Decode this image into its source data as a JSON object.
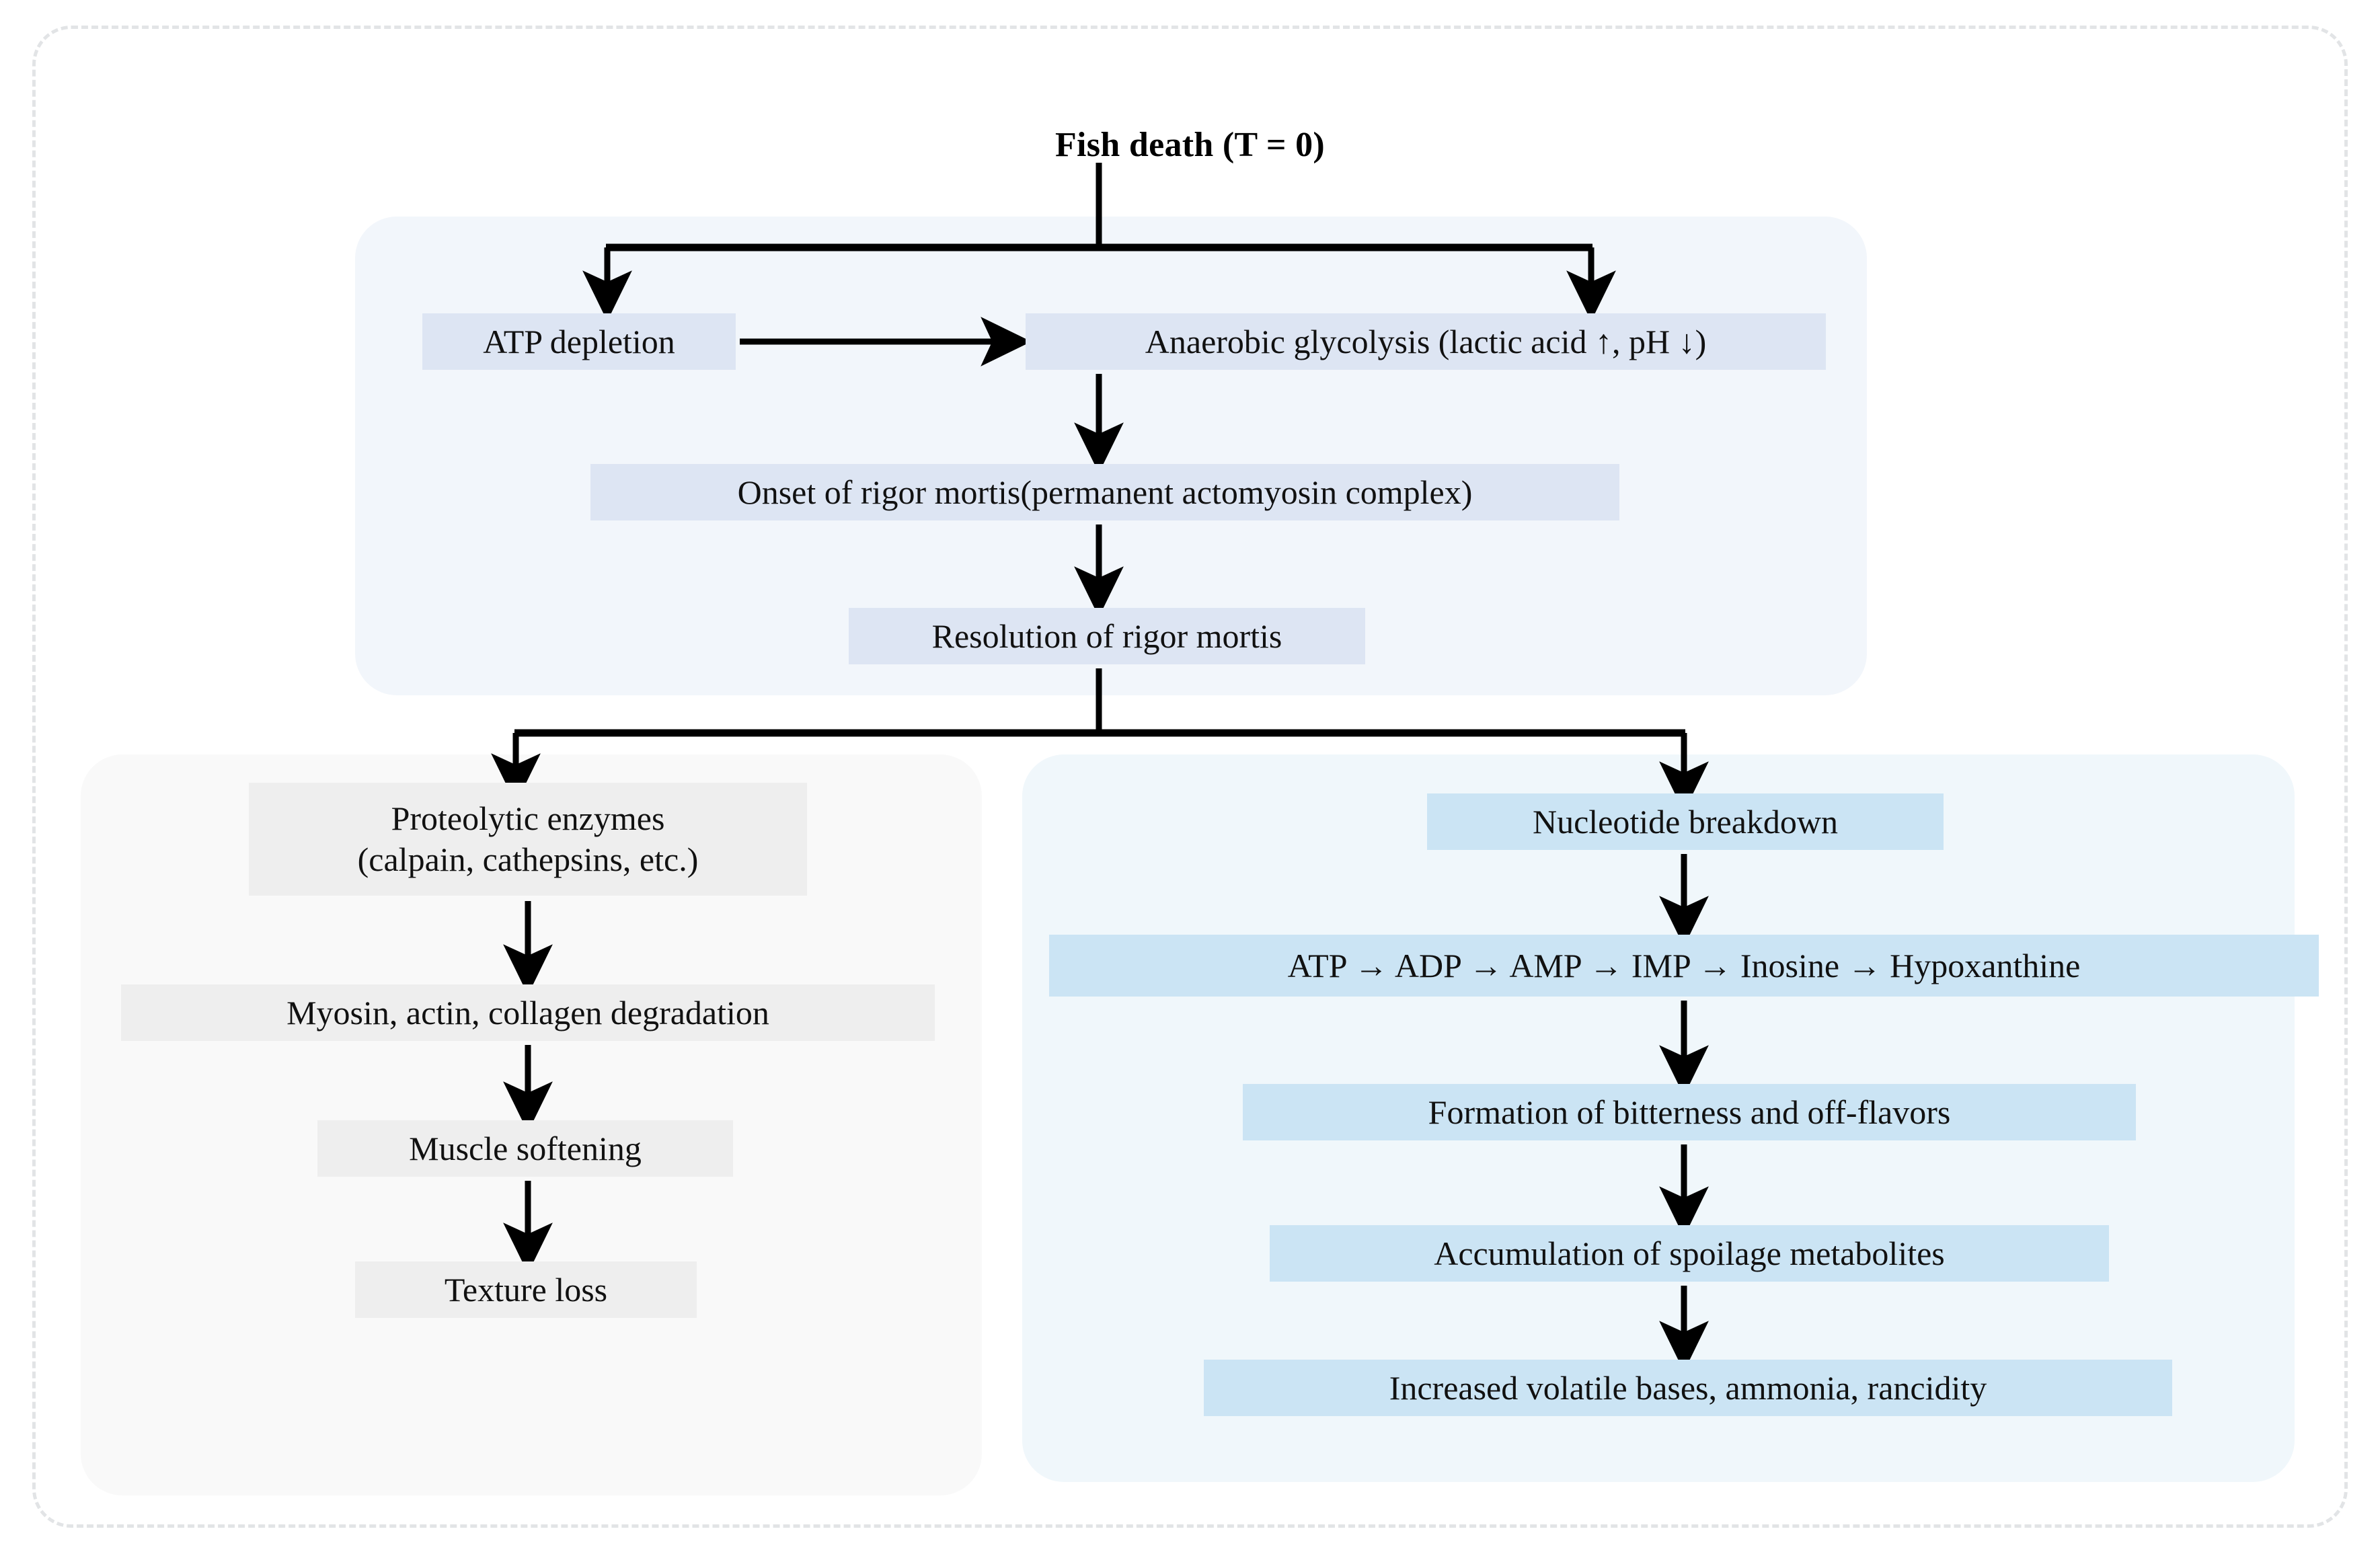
{
  "figure": {
    "title": "Fish death (T = 0)",
    "type": "flowchart",
    "colors": {
      "panel_rigor_bg": "#f2f6fb",
      "panel_proteolysis_bg": "#f9f9f9",
      "panel_nucleotide_bg": "#f0f7fb",
      "node_blue_lavender": "#dde5f3",
      "node_blue_cyan": "#cbe4f4",
      "node_grey": "#eeeeee",
      "frame_dashed": "#e2e4e6",
      "arrow": "#000000",
      "text": "#111111"
    }
  },
  "nodes": {
    "atp_depletion": "ATP depletion",
    "anaerobic_glycolysis": "Anaerobic glycolysis (lactic acid ↑, pH ↓)",
    "onset_rigor": "Onset of rigor mortis(permanent actomyosin complex)",
    "resolution_rigor": "Resolution of rigor mortis",
    "proteolytic_enzymes": "Proteolytic enzymes\n(calpain, cathepsins, etc.)",
    "degradation": "Myosin, actin, collagen degradation",
    "muscle_softening": "Muscle softening",
    "texture_loss": "Texture loss",
    "nucleotide_breakdown": "Nucleotide breakdown",
    "nucleotide_pathway": "ATP → ADP → AMP → IMP → Inosine → Hypoxanthine",
    "bitterness": "Formation of bitterness and off-flavors",
    "spoilage_metabolites": "Accumulation of spoilage metabolites",
    "volatile_bases": "Increased volatile bases, ammonia, rancidity"
  },
  "edges": [
    {
      "from": "fish_death",
      "to": "atp_depletion",
      "style": "fork-left"
    },
    {
      "from": "fish_death",
      "to": "anaerobic_glycolysis",
      "style": "fork-right"
    },
    {
      "from": "atp_depletion",
      "to": "anaerobic_glycolysis",
      "style": "horizontal"
    },
    {
      "from": "anaerobic_glycolysis",
      "to": "onset_rigor",
      "style": "vertical"
    },
    {
      "from": "onset_rigor",
      "to": "resolution_rigor",
      "style": "vertical"
    },
    {
      "from": "resolution_rigor",
      "to": "proteolytic_enzymes",
      "style": "fork-left"
    },
    {
      "from": "resolution_rigor",
      "to": "nucleotide_breakdown",
      "style": "fork-right"
    },
    {
      "from": "proteolytic_enzymes",
      "to": "degradation",
      "style": "vertical"
    },
    {
      "from": "degradation",
      "to": "muscle_softening",
      "style": "vertical"
    },
    {
      "from": "muscle_softening",
      "to": "texture_loss",
      "style": "vertical"
    },
    {
      "from": "nucleotide_breakdown",
      "to": "nucleotide_pathway",
      "style": "vertical"
    },
    {
      "from": "nucleotide_pathway",
      "to": "bitterness",
      "style": "vertical"
    },
    {
      "from": "bitterness",
      "to": "spoilage_metabolites",
      "style": "vertical"
    },
    {
      "from": "spoilage_metabolites",
      "to": "volatile_bases",
      "style": "vertical"
    }
  ]
}
